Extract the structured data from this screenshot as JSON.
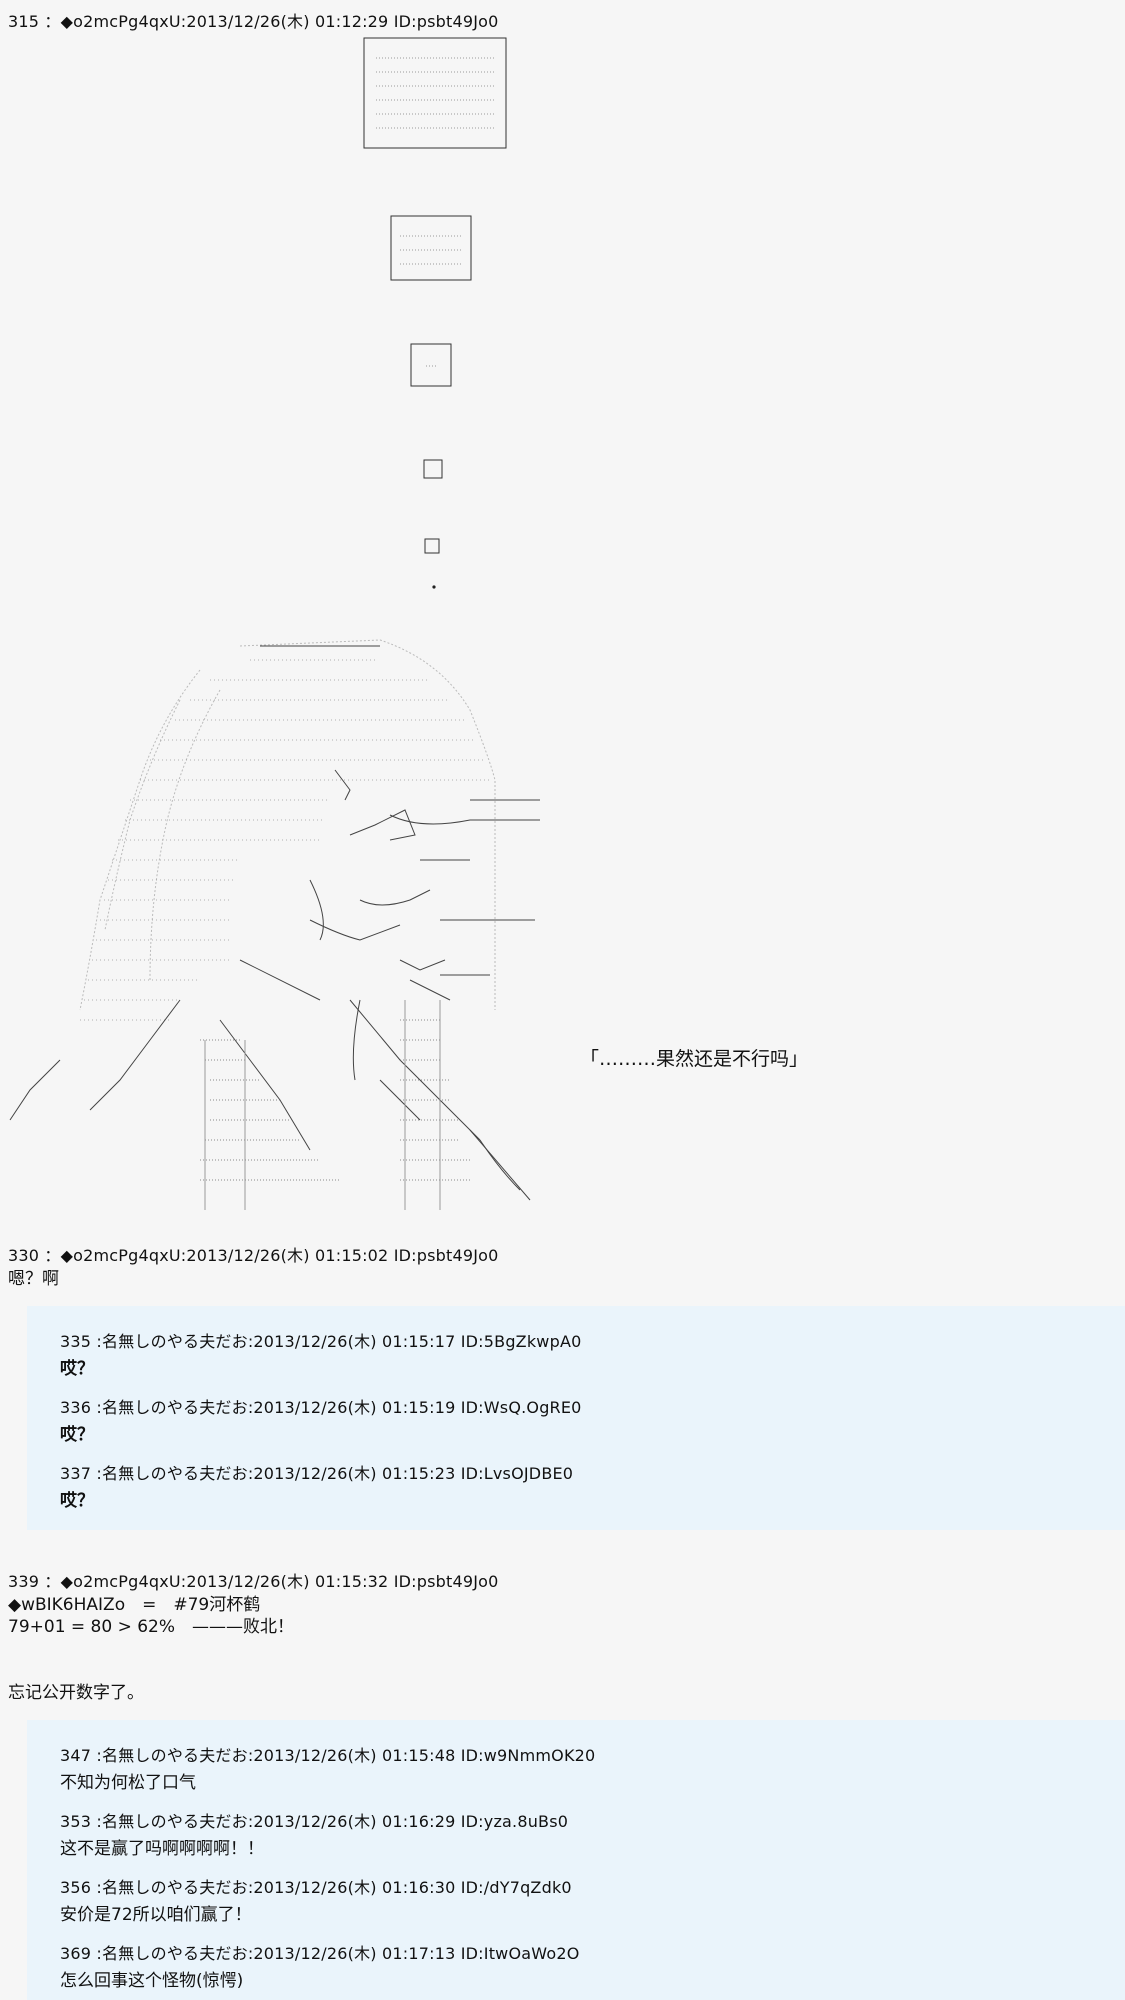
{
  "posts": [
    {
      "header": "315 ：◆o2mcPg4qxU:2013/12/26(木) 01:12:29 ID:psbt49Jo0",
      "speech": "「………果然还是不行吗」"
    },
    {
      "header": "330 ：◆o2mcPg4qxU:2013/12/26(木) 01:15:02 ID:psbt49Jo0",
      "lines": [
        "嗯？啊"
      ]
    },
    {
      "header": "339 ：◆o2mcPg4qxU:2013/12/26(木) 01:15:32 ID:psbt49Jo0",
      "lines": [
        "◆wBIK6HAIZo　=　#79河杯鹤",
        "79+01 = 80 > 62%　———败北！",
        "忘记公开数字了。"
      ]
    }
  ],
  "reply_groups": [
    {
      "replies": [
        {
          "header": "335 :名無しのやる夫だお:2013/12/26(木) 01:15:17 ID:5BgZkwpA0",
          "text": "哎？"
        },
        {
          "header": "336 :名無しのやる夫だお:2013/12/26(木) 01:15:19 ID:WsQ.OgRE0",
          "text": "哎？"
        },
        {
          "header": "337 :名無しのやる夫だお:2013/12/26(木) 01:15:23 ID:LvsOJDBE0",
          "text": "哎？"
        }
      ]
    },
    {
      "replies": [
        {
          "header": "347 :名無しのやる夫だお:2013/12/26(木) 01:15:48 ID:w9NmmOK20",
          "text": "不知为何松了口气"
        },
        {
          "header": "353 :名無しのやる夫だお:2013/12/26(木) 01:16:29 ID:yza.8uBs0",
          "text": "这不是赢了吗啊啊啊啊！！"
        },
        {
          "header": "356 :名無しのやる夫だお:2013/12/26(木) 01:16:30 ID:/dY7qZdk0",
          "text": "安价是72所以咱们赢了！"
        },
        {
          "header": "369 :名無しのやる夫だお:2013/12/26(木) 01:17:13 ID:ItwOaWo2O",
          "text": "怎么回事这个怪物(惊愕)"
        }
      ]
    }
  ]
}
